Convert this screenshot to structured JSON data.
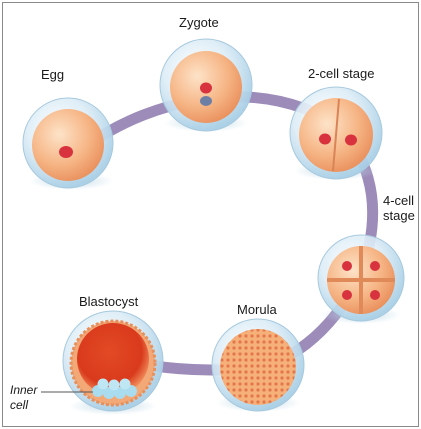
{
  "stages": {
    "egg": "Egg",
    "zygote": "Zygote",
    "two_cell": "2-cell stage",
    "four_cell_line1": "4-cell",
    "four_cell_line2": "stage",
    "morula": "Morula",
    "blastocyst": "Blastocyst"
  },
  "annotation": {
    "inner_cell_line1": "Inner",
    "inner_cell_line2": "cell"
  },
  "colors": {
    "ring": "#9d8cba",
    "shell": "#cfe6f3",
    "cell": "#f3a877",
    "nucleus": "#d8323f",
    "inner_cell": "#9fd6ea"
  }
}
